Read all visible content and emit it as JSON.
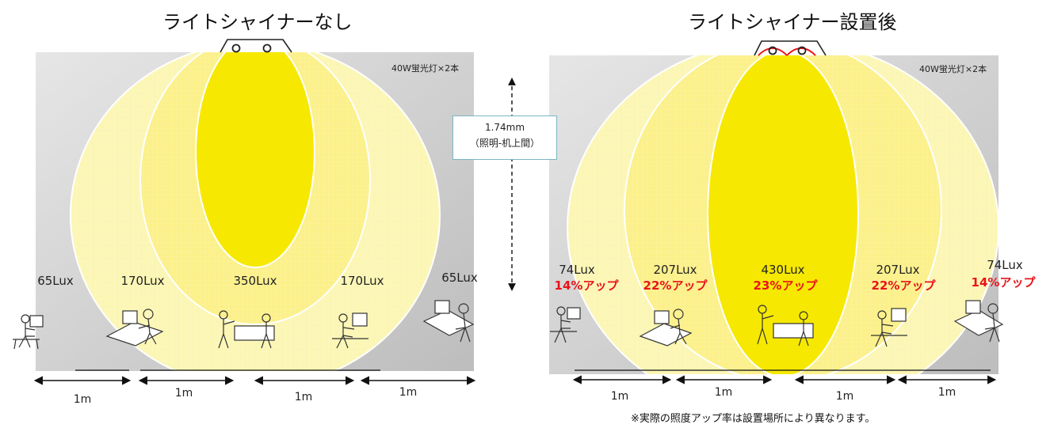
{
  "left_panel": {
    "title": "ライトシャイナーなし",
    "lamp_spec": "40W蛍光灯×2本",
    "lux": [
      {
        "value": "65Lux"
      },
      {
        "value": "170Lux"
      },
      {
        "value": "350Lux"
      },
      {
        "value": "170Lux"
      },
      {
        "value": "65Lux"
      }
    ],
    "distances": [
      "1m",
      "1m",
      "1m",
      "1m"
    ]
  },
  "right_panel": {
    "title": "ライトシャイナー設置後",
    "lamp_spec": "40W蛍光灯×2本",
    "lux": [
      {
        "value": "74Lux",
        "increase": "14%アップ"
      },
      {
        "value": "207Lux",
        "increase": "22%アップ"
      },
      {
        "value": "430Lux",
        "increase": "23%アップ"
      },
      {
        "value": "207Lux",
        "increase": "22%アップ"
      },
      {
        "value": "74Lux",
        "increase": "14%アップ"
      }
    ],
    "distances": [
      "1m",
      "1m",
      "1m",
      "1m"
    ],
    "footnote": "※実際の照度アップ率は設置場所により異なります。"
  },
  "height_annotation": {
    "line1": "1.74mm",
    "line2": "（照明-机上間）"
  },
  "colors": {
    "background_gray": "#c8c8c8",
    "light_outer": "#fbf6b4",
    "light_middle": "#fbf08a",
    "light_center": "#f6e800",
    "increase_red": "#e8141b",
    "reflector_red": "#e8141b"
  }
}
